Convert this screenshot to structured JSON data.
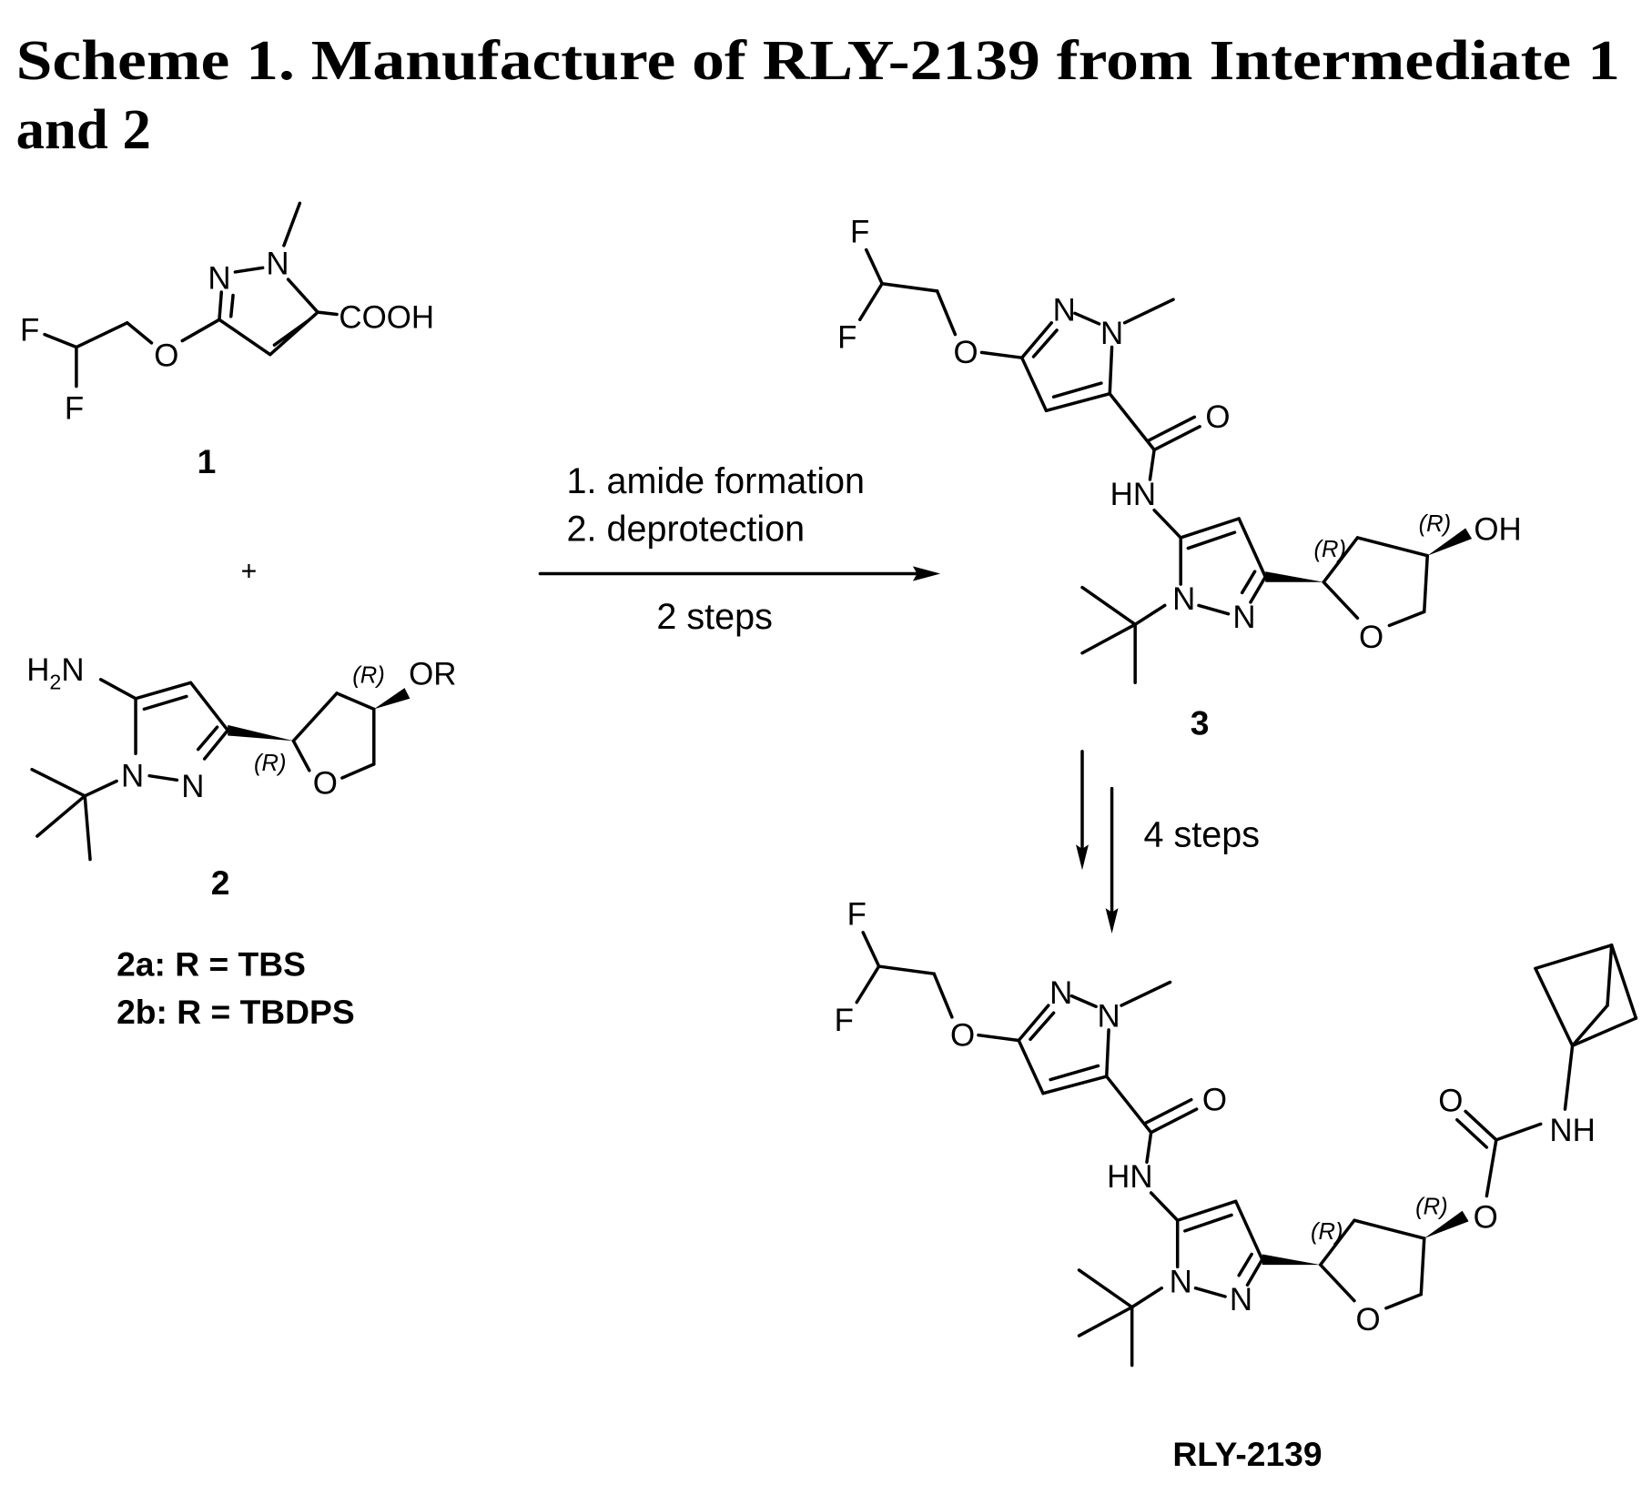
{
  "title": {
    "line1": "Scheme 1. Manufacture of RLY-2139 from Intermediate 1",
    "line2": "and 2"
  },
  "compound1": {
    "atoms": {
      "n_a": "N",
      "n_b": "N",
      "cooh": "COOH",
      "o": "O",
      "f1": "F",
      "f2": "F"
    },
    "label": "1"
  },
  "plus": "+",
  "compound2": {
    "atoms": {
      "h": "H",
      "sub2": "2",
      "n_amine": "N",
      "n1": "N",
      "n2": "N",
      "o_ring": "O",
      "or": "OR"
    },
    "stereo": [
      "(R)",
      "(R)"
    ],
    "label": "2",
    "variants": [
      "2a: R = TBS",
      "2b: R = TBDPS"
    ]
  },
  "reaction1": {
    "conditions": [
      "1. amide formation",
      "2. deprotection"
    ],
    "steps": "2 steps"
  },
  "compound3": {
    "atoms": {
      "f1": "F",
      "f2": "F",
      "o_ether": "O",
      "n_a": "N",
      "n_b": "N",
      "o_carbonyl": "O",
      "hn": "HN",
      "n1": "N",
      "n2": "N",
      "o_ring": "O",
      "oh": "OH"
    },
    "stereo": [
      "(R)",
      "(R)"
    ],
    "label": "3"
  },
  "reaction2": {
    "steps": "4 steps"
  },
  "product": {
    "atoms": {
      "f1": "F",
      "f2": "F",
      "o_ether": "O",
      "n_a": "N",
      "n_b": "N",
      "o_carbonyl": "O",
      "hn": "HN",
      "n1": "N",
      "n2": "N",
      "o_ring": "O",
      "o_carbamate": "O",
      "o_carbamate_co": "O",
      "nh": "NH"
    },
    "stereo": [
      "(R)",
      "(R)"
    ],
    "label": "RLY-2139"
  }
}
